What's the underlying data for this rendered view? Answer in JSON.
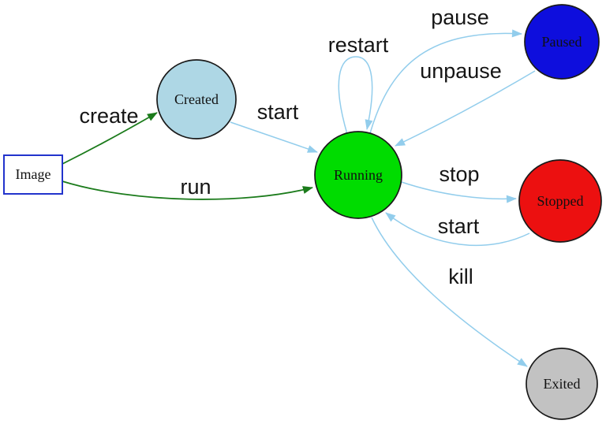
{
  "palette": {
    "background": "#ffffff",
    "edge_blue": "#92cdec",
    "edge_green": "#1b7b1b",
    "node_border": "#1a1a1a",
    "image_border": "#2233cc",
    "label_color": "#151515"
  },
  "diagram": {
    "type": "state-transition-diagram",
    "nodes": [
      {
        "id": "image",
        "label": "Image",
        "shape": "rectangle",
        "fill": "#ffffff",
        "border": "#2233cc"
      },
      {
        "id": "created",
        "label": "Created",
        "shape": "circle",
        "fill": "#aed7e5",
        "border": "#1a1a1a"
      },
      {
        "id": "running",
        "label": "Running",
        "shape": "circle",
        "fill": "#00dc00",
        "border": "#1a1a1a"
      },
      {
        "id": "paused",
        "label": "Paused",
        "shape": "circle",
        "fill": "#0e0edd",
        "border": "#1a1a1a"
      },
      {
        "id": "stopped",
        "label": "Stopped",
        "shape": "circle",
        "fill": "#ec1010",
        "border": "#1a1a1a"
      },
      {
        "id": "exited",
        "label": "Exited",
        "shape": "circle",
        "fill": "#c2c2c2",
        "border": "#1a1a1a"
      }
    ],
    "edges": [
      {
        "from": "Image",
        "to": "Created",
        "label": "create",
        "color": "#1b7b1b"
      },
      {
        "from": "Image",
        "to": "Running",
        "label": "run",
        "color": "#1b7b1b"
      },
      {
        "from": "Created",
        "to": "Running",
        "label": "start",
        "color": "#92cdec"
      },
      {
        "from": "Running",
        "to": "Running",
        "label": "restart",
        "color": "#92cdec"
      },
      {
        "from": "Running",
        "to": "Paused",
        "label": "pause",
        "color": "#92cdec"
      },
      {
        "from": "Paused",
        "to": "Running",
        "label": "unpause",
        "color": "#92cdec"
      },
      {
        "from": "Running",
        "to": "Stopped",
        "label": "stop",
        "color": "#92cdec"
      },
      {
        "from": "Stopped",
        "to": "Running",
        "label": "start",
        "color": "#92cdec"
      },
      {
        "from": "Running",
        "to": "Exited",
        "label": "kill",
        "color": "#92cdec"
      }
    ]
  }
}
